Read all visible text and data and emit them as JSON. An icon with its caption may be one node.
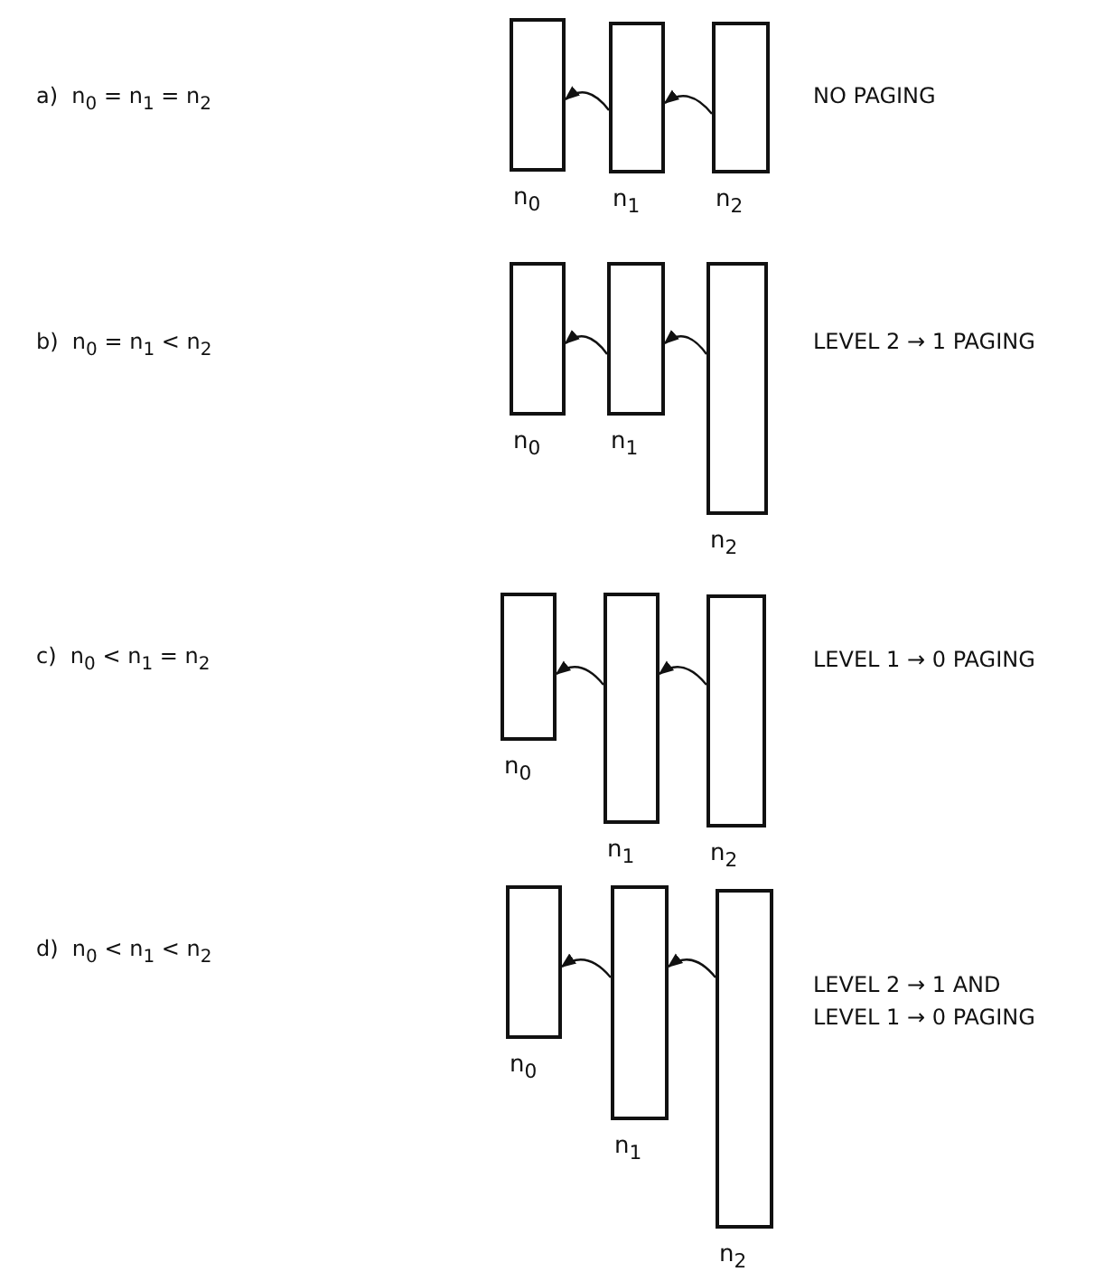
{
  "diagram": {
    "nodes": [
      {
        "text": [],
        "shape": "box",
        "beside": [
          "n$_{0}$"
        ]
      },
      {
        "text": [],
        "shape": "box",
        "beside": [
          "n$_{1}$"
        ]
      },
      {
        "text": [],
        "shape": "box",
        "beside": [
          "n$_{2}$"
        ]
      },
      {
        "text": [],
        "shape": "box",
        "beside": [
          "n$_{0}$"
        ]
      },
      {
        "text": [],
        "shape": "box",
        "beside": [
          "n$_{1}$"
        ]
      },
      {
        "text": [],
        "shape": "box",
        "beside": [
          "n$_{2}$"
        ]
      },
      {
        "text": [],
        "shape": "box",
        "beside": [
          "n$_{0}$"
        ]
      },
      {
        "text": [],
        "shape": "box",
        "beside": [
          "n$_{1}$"
        ]
      },
      {
        "text": [],
        "shape": "box",
        "beside": [
          "n$_{2}$"
        ]
      },
      {
        "text": [],
        "shape": "box",
        "beside": [
          "n$_{0}$"
        ]
      },
      {
        "text": [],
        "shape": "box",
        "beside": [
          "n$_{1}$"
        ]
      },
      {
        "text": [],
        "shape": "box",
        "beside": [
          "n$_{2}$"
        ]
      }
    ],
    "edges": [
      {
        "from": 1,
        "to": 0,
        "arrow": "to"
      },
      {
        "from": 2,
        "to": 1,
        "arrow": "to"
      },
      {
        "from": 4,
        "to": 3,
        "arrow": "to"
      },
      {
        "from": 5,
        "to": 4,
        "arrow": "to"
      },
      {
        "from": 7,
        "to": 6,
        "arrow": "to"
      },
      {
        "from": 8,
        "to": 7,
        "arrow": "to"
      },
      {
        "from": 10,
        "to": 9,
        "arrow": "to"
      },
      {
        "from": 11,
        "to": 10,
        "arrow": "to"
      }
    ],
    "labels": [
      "a)  n$_{0}$ = n$_{1}$ = n$_{2}$",
      "NO PAGING",
      "b)  n$_{0}$ = n$_{1}$ < n$_{2}$",
      "LEVEL 2 → 1 PAGING",
      "c)  n$_{0}$ < n$_{1}$ = n$_{2}$",
      "LEVEL 1 → 0 PAGING",
      "d)  n$_{0}$ < n$_{1}$ < n$_{2}$",
      "LEVEL 2 → 1 AND LEVEL 1 → 0 PAGING"
    ]
  }
}
